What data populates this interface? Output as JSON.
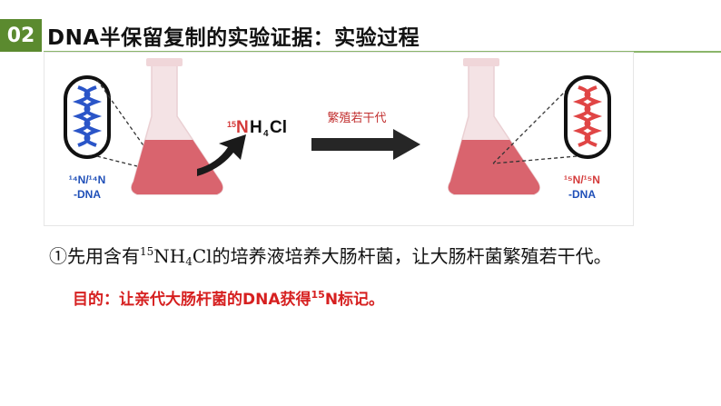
{
  "header": {
    "section_number": "02",
    "title": "DNA半保留复制的实验证据：实验过程"
  },
  "figure": {
    "left_cell": {
      "label_line1": "¹⁴N/¹⁴N",
      "label_line2": "-DNA"
    },
    "reagent": {
      "mass": "15",
      "formula_main": "NH",
      "formula_sub": "4",
      "formula_tail": "Cl"
    },
    "arrow_label": "繁殖若干代",
    "right_cell": {
      "label_line1": "¹⁵N/¹⁵N",
      "label_line2": "-DNA"
    },
    "colors": {
      "flask_glass": "#f4e3e5",
      "liquid": "#d9646e",
      "left_dna": "#2a55c8",
      "right_dna": "#e04545",
      "cell_outline": "#111111",
      "label_blue": "#1f4fb8",
      "label_red": "#d43a3a"
    }
  },
  "step": {
    "marker": "①",
    "before": "先用含有",
    "mass": "15",
    "nh": "NH",
    "sub": "4",
    "cl": "Cl",
    "after": "的培养液培养大肠杆菌，让大肠杆菌繁殖若干代。"
  },
  "goal": {
    "before": "目的：让亲代大肠杆菌的DNA获得",
    "mass": "15",
    "after": "N标记。"
  }
}
